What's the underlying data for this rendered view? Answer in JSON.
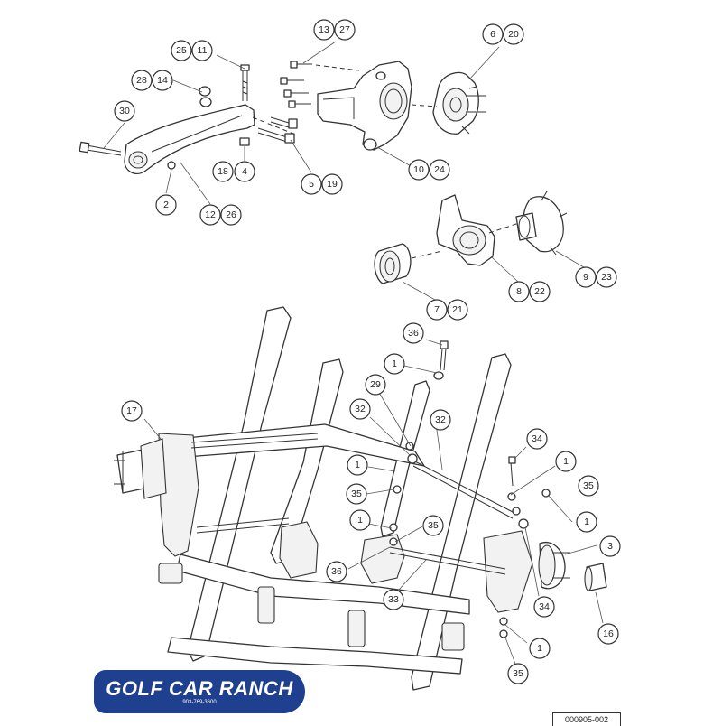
{
  "callouts": {
    "c25": "25",
    "c11": "11",
    "c13": "13",
    "c27": "27",
    "c6": "6",
    "c20": "20",
    "c28": "28",
    "c14": "14",
    "c30": "30",
    "c18": "18",
    "c4": "4",
    "c5": "5",
    "c19": "19",
    "c10": "10",
    "c24": "24",
    "c2": "2",
    "c12": "12",
    "c26": "26",
    "c7": "7",
    "c21": "21",
    "c8": "8",
    "c22": "22",
    "c9": "9",
    "c23": "23",
    "c36a": "36",
    "c1a": "1",
    "c29": "29",
    "c17": "17",
    "c32a": "32",
    "c32b": "32",
    "c34a": "34",
    "c1b": "1",
    "c1c": "1",
    "c35a": "35",
    "c35b": "35",
    "c1d": "1",
    "c1e": "1",
    "c35c": "35",
    "c3": "3",
    "c36b": "36",
    "c33": "33",
    "c34b": "34",
    "c16": "16",
    "c1f": "1",
    "c35d": "35"
  },
  "logo": {
    "title": "GOLF CAR RANCH",
    "phone": "903-769-3600",
    "brand_color": "#1f3f8f"
  },
  "document_number": "000905-002"
}
